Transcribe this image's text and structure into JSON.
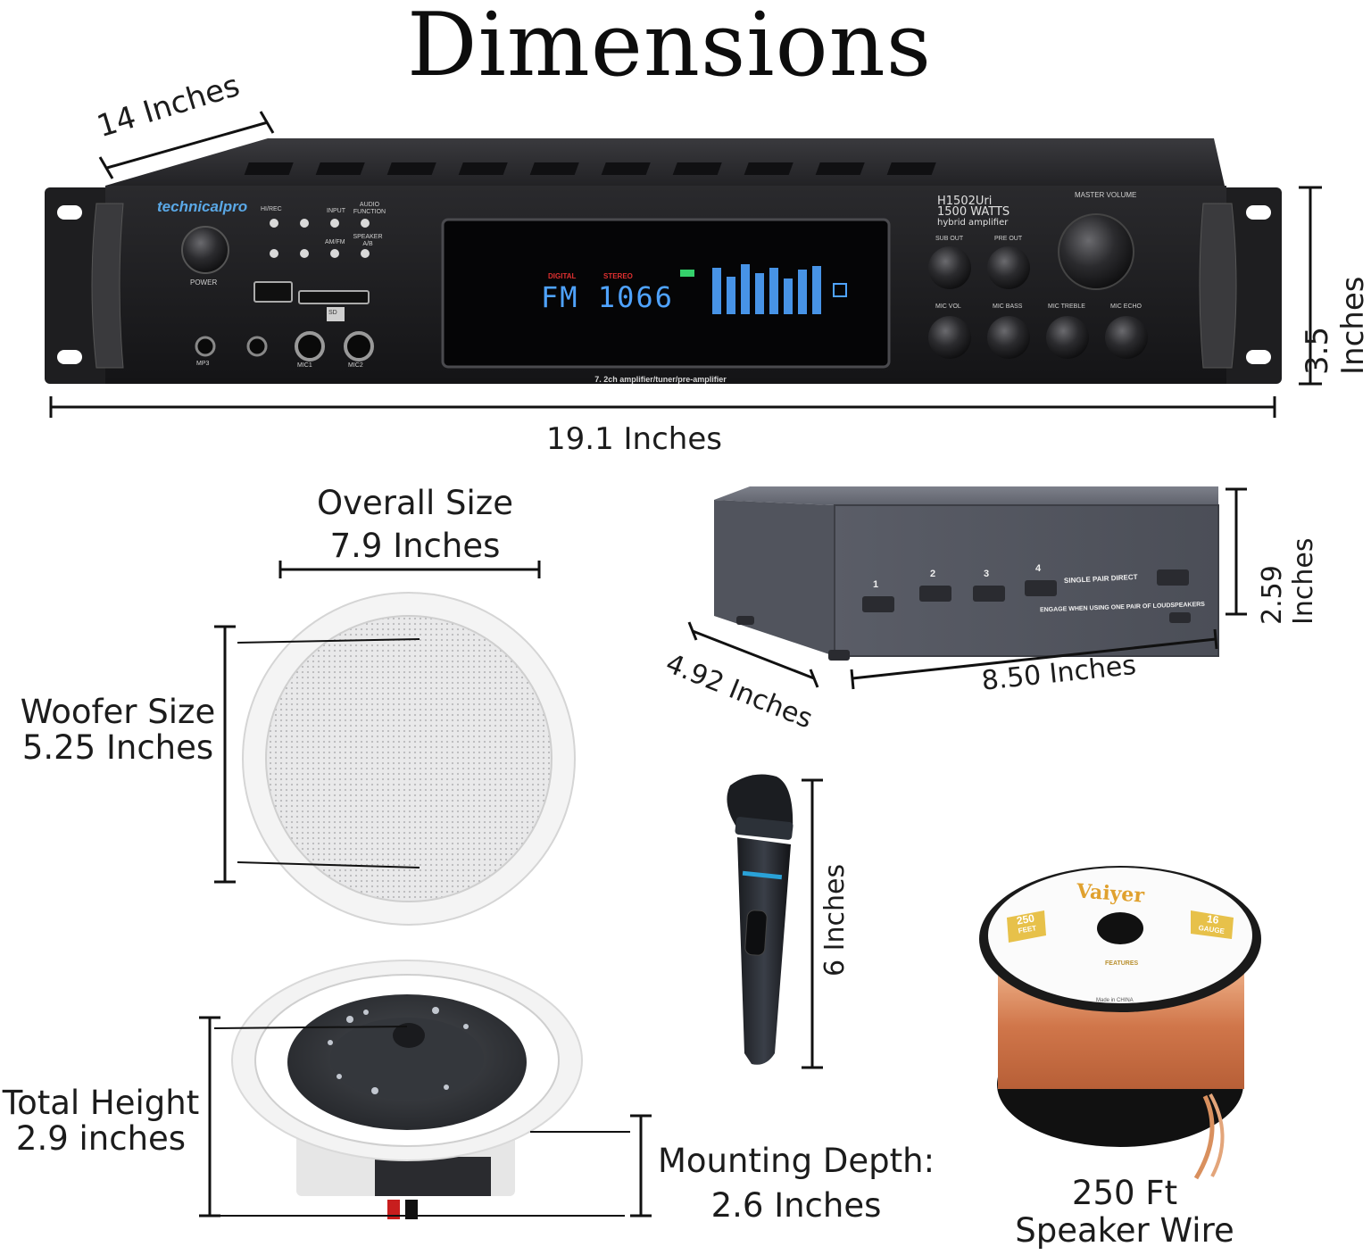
{
  "title": "Dimensions",
  "amplifier": {
    "brand": "technicalpro",
    "model": "H1502Uri",
    "watts": "1500 WATTS",
    "subtitle": "hybrid amplifier",
    "display": "FM 1066",
    "display_digital": "DIGITAL",
    "display_stereo": "STEREO",
    "footer": "7. 2ch amplifier/tuner/pre-amplifier",
    "power_label": "POWER",
    "master_volume": "MASTER VOLUME",
    "knob_labels": [
      "SUB OUT",
      "PRE OUT",
      "MIC VOL",
      "MIC BASS",
      "MIC TREBLE",
      "MIC ECHO"
    ],
    "button_labels": [
      "HI/REC",
      "INPUT",
      "AUDIO FUNCTION",
      "AM/FM",
      "SPEAKER A/B"
    ],
    "port_labels": [
      "MP3",
      "MIC1",
      "MIC2",
      "SD"
    ],
    "depth": "14 Inches",
    "height": "3.5 Inches",
    "width": "19.1 Inches"
  },
  "speaker_top": {
    "overall_label": "Overall Size",
    "overall_value": "7.9 Inches",
    "woofer_label": "Woofer Size",
    "woofer_value": "5.25 Inches"
  },
  "selector": {
    "buttons": [
      "1",
      "2",
      "3",
      "4"
    ],
    "single_pair": "SINGLE PAIR DIRECT",
    "engage_note": "ENGAGE WHEN USING ONE PAIR OF LOUDSPEAKERS",
    "height": "2.59 Inches",
    "depth": "4.92 Inches",
    "width": "8.50 Inches"
  },
  "microphone": {
    "height": "6 Inches"
  },
  "speaker_bottom": {
    "height_label": "Total Height",
    "height_value": "2.9 inches",
    "depth_label": "Mounting Depth:",
    "depth_value": "2.6 Inches"
  },
  "wire": {
    "brand": "Vaiyer",
    "feet_num": "250",
    "feet_unit": "FEET",
    "gauge_num": "16",
    "gauge_unit": "GAUGE",
    "features": "FEATURES",
    "made_in": "Made in CHINA",
    "label_line1": "250 Ft",
    "label_line2": "Speaker Wire"
  },
  "colors": {
    "amp_body": "#1c1c1e",
    "display_blue": "#4fa3ff",
    "selector_body": "#5b5e68",
    "wire_copper": "#d98a5c",
    "label_gold": "#e7c14a"
  }
}
